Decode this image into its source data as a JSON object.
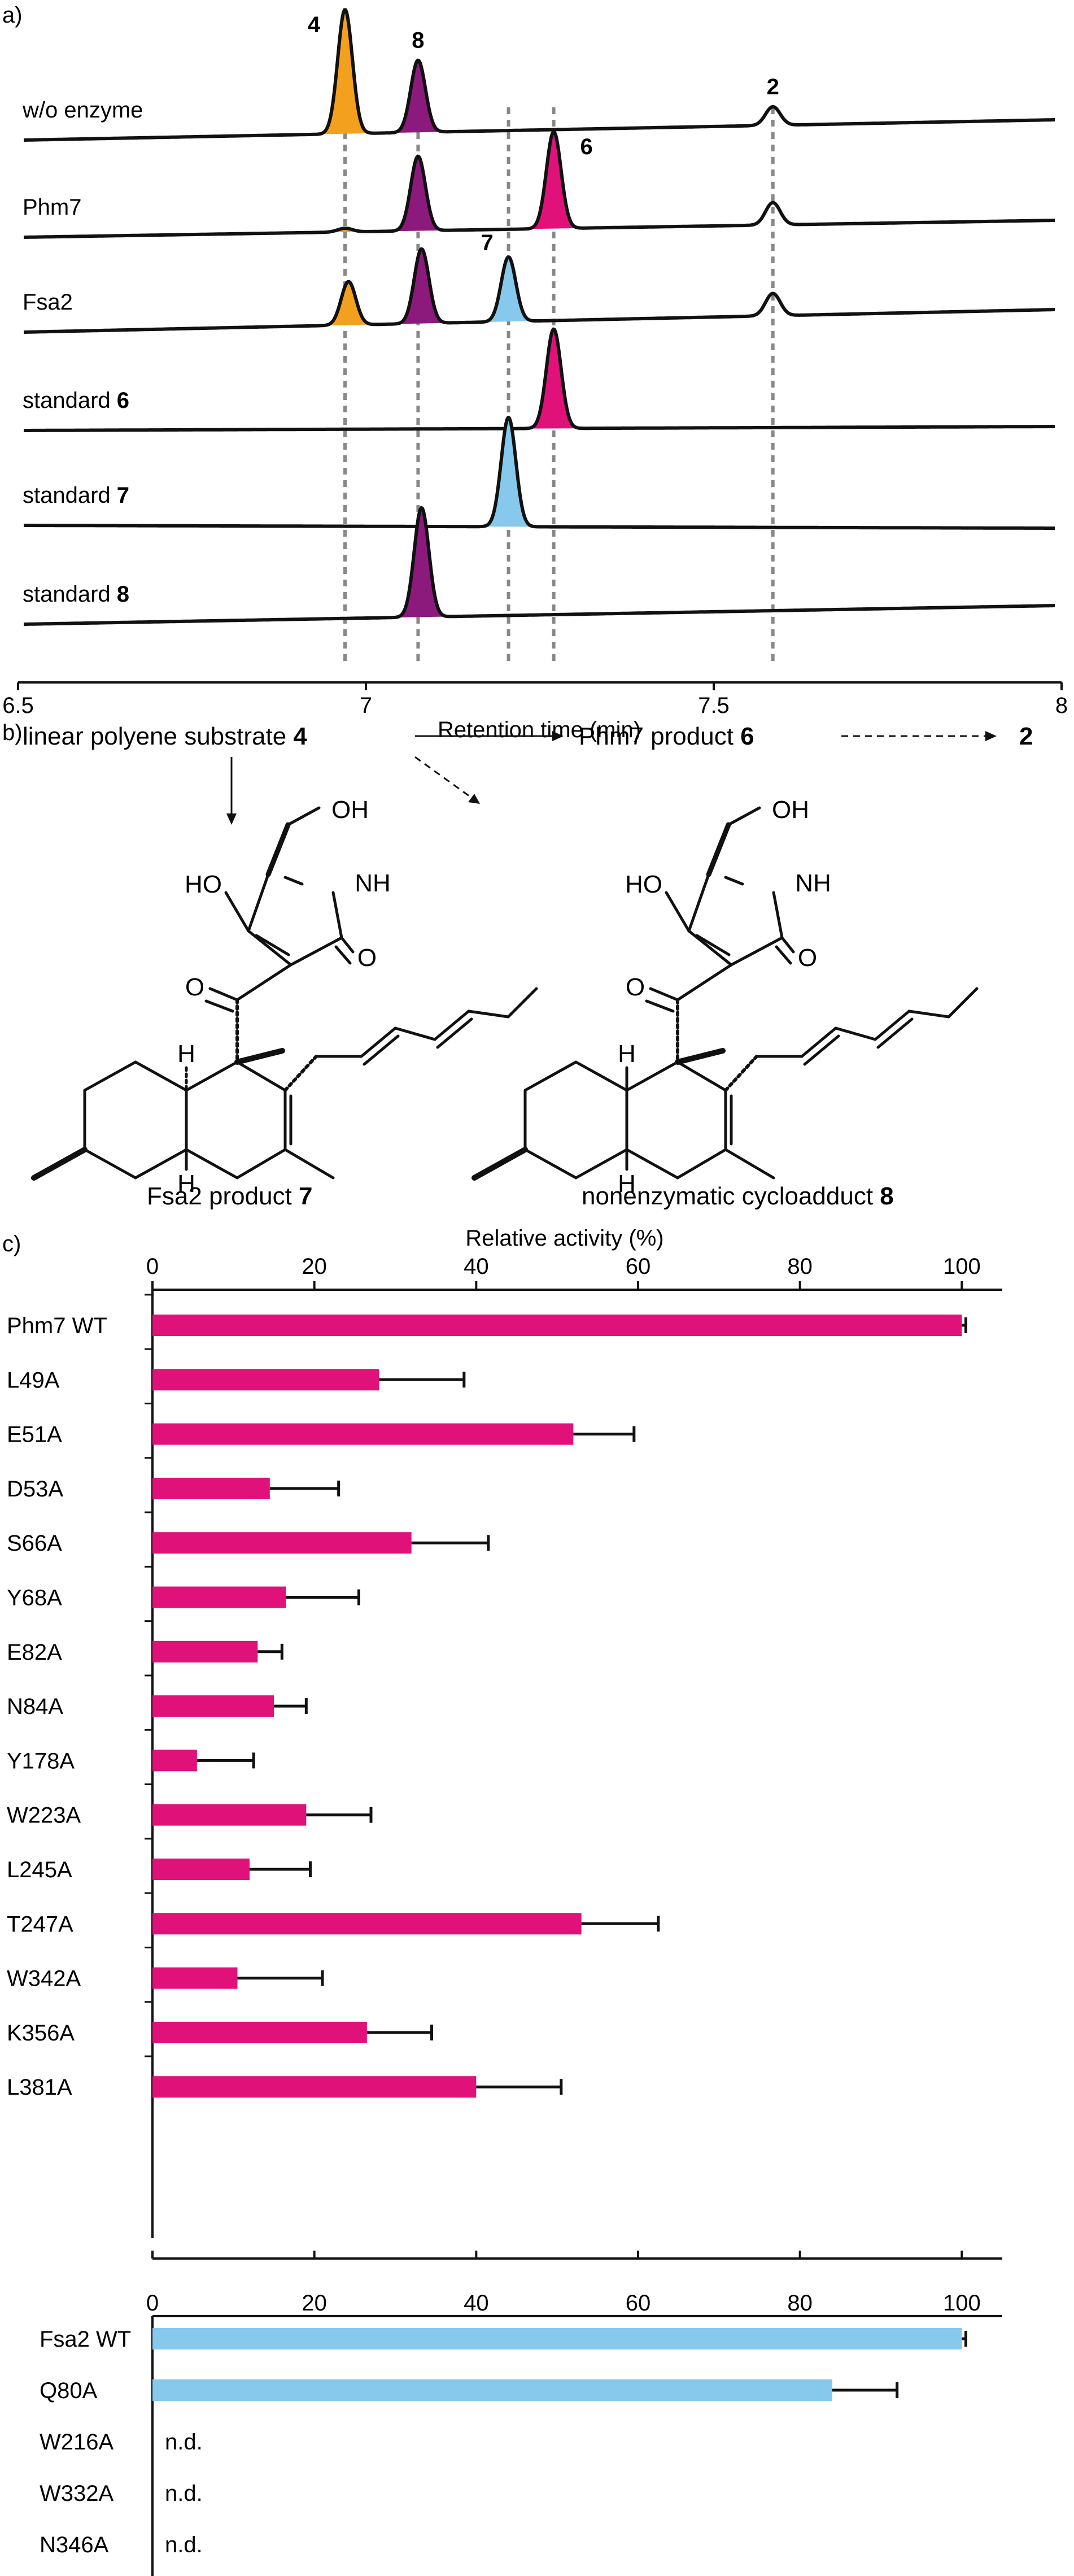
{
  "panels": {
    "a": "a)",
    "b": "b)",
    "c": "c)"
  },
  "colors": {
    "orange": "#f2a01e",
    "purple": "#8b1a7c",
    "magenta": "#e0127a",
    "blue": "#86c9ec",
    "line": "#111111"
  },
  "chart_data": [
    {
      "type": "line",
      "xlabel": "Retention time (min)",
      "xlim": [
        6.5,
        8
      ],
      "xticks": [
        6.5,
        7,
        7.5,
        8
      ],
      "xtick_labels": [
        "6.5",
        "7",
        "7.5",
        "8"
      ],
      "grid": false,
      "reference_lines": [
        6.97,
        7.075,
        7.205,
        7.27,
        7.585
      ],
      "traces": [
        {
          "name": "w/o enzyme",
          "name_bold": "",
          "peaks": [
            {
              "x": 6.97,
              "height": 1.0,
              "color": "orange",
              "label": "4"
            },
            {
              "x": 7.075,
              "height": 0.58,
              "color": "purple",
              "label": "8"
            },
            {
              "x": 7.585,
              "height": 0.15,
              "color": "",
              "label": "2"
            }
          ]
        },
        {
          "name": "Phm7",
          "name_bold": "",
          "peaks": [
            {
              "x": 6.97,
              "height": 0.03,
              "color": "orange",
              "label": ""
            },
            {
              "x": 7.075,
              "height": 0.6,
              "color": "purple",
              "label": ""
            },
            {
              "x": 7.27,
              "height": 0.78,
              "color": "magenta",
              "label": "6"
            },
            {
              "x": 7.585,
              "height": 0.18,
              "color": "",
              "label": ""
            }
          ]
        },
        {
          "name": "Fsa2",
          "name_bold": "",
          "peaks": [
            {
              "x": 6.975,
              "height": 0.35,
              "color": "orange",
              "label": ""
            },
            {
              "x": 7.08,
              "height": 0.6,
              "color": "purple",
              "label": ""
            },
            {
              "x": 7.205,
              "height": 0.52,
              "color": "blue",
              "label": "7"
            },
            {
              "x": 7.585,
              "height": 0.18,
              "color": "",
              "label": ""
            }
          ]
        },
        {
          "name": "standard ",
          "name_bold": "6",
          "peaks": [
            {
              "x": 7.27,
              "height": 0.8,
              "color": "magenta",
              "label": ""
            }
          ]
        },
        {
          "name": "standard ",
          "name_bold": "7",
          "peaks": [
            {
              "x": 7.205,
              "height": 0.88,
              "color": "blue",
              "label": ""
            }
          ]
        },
        {
          "name": "standard ",
          "name_bold": "8",
          "peaks": [
            {
              "x": 7.08,
              "height": 0.88,
              "color": "purple",
              "label": ""
            }
          ]
        }
      ]
    },
    {
      "type": "bar",
      "orientation": "horizontal",
      "xlabel": "Relative activity (%)",
      "xlim": [
        0,
        105
      ],
      "xticks": [
        0,
        20,
        40,
        60,
        80,
        100
      ],
      "grid": false,
      "color": "magenta",
      "categories": [
        "Phm7 WT",
        "L49A",
        "E51A",
        "D53A",
        "S66A",
        "Y68A",
        "E82A",
        "N84A",
        "Y178A",
        "W223A",
        "L245A",
        "T247A",
        "W342A",
        "K356A",
        "L381A"
      ],
      "values": [
        100,
        28,
        52,
        14.5,
        32,
        16.5,
        13,
        15,
        5.5,
        19,
        12,
        53,
        10.5,
        26.5,
        40
      ],
      "errors": [
        0.5,
        10.5,
        7.5,
        8.5,
        9.5,
        9,
        3,
        4,
        7,
        8,
        7.5,
        9.5,
        10.5,
        8,
        10.5
      ]
    },
    {
      "type": "bar",
      "orientation": "horizontal",
      "xlim": [
        0,
        105
      ],
      "grid": false,
      "color": "blue",
      "categories": [
        "Fsa2 WT",
        "Q80A",
        "W216A",
        "W332A",
        "N346A"
      ],
      "values": [
        100,
        84,
        null,
        null,
        null
      ],
      "errors": [
        0.5,
        8,
        null,
        null,
        null
      ],
      "annotations": [
        "",
        "",
        "n.d.",
        "n.d.",
        "n.d."
      ]
    }
  ],
  "scheme": {
    "substrate_text": "linear polyene substrate ",
    "substrate_num": "4",
    "phm7_text": "Phm7 product ",
    "phm7_num": "6",
    "final_num": "2",
    "fsa2_caption_text": "Fsa2 product ",
    "fsa2_caption_num": "7",
    "nonenz_caption_text": "nonenzymatic cycloadduct ",
    "nonenz_caption_num": "8",
    "atoms": {
      "oh": "OH",
      "ho": "HO",
      "nh": "NH",
      "o": "O",
      "h": "H"
    }
  }
}
